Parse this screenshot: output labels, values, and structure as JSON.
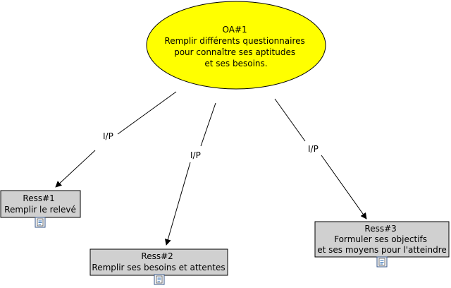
{
  "concept_map": {
    "main_node": {
      "lines": [
        "OA#1",
        "Remplir différents questionnaires",
        "pour connaître ses aptitudes",
        "et ses besoins."
      ],
      "fill": "#ffff00"
    },
    "resources": [
      {
        "lines": [
          "Ress#1",
          "Remplir le relevé"
        ],
        "icon": "document-icon"
      },
      {
        "lines": [
          "Ress#2",
          "Remplir ses besoins et attentes"
        ],
        "icon": "document-icon"
      },
      {
        "lines": [
          "Ress#3",
          "Formuler ses objectifs",
          "et ses moyens pour l'atteindre"
        ],
        "icon": "document-icon"
      }
    ],
    "link_label": "I/P",
    "resource_fill": "#d0d0d0"
  }
}
